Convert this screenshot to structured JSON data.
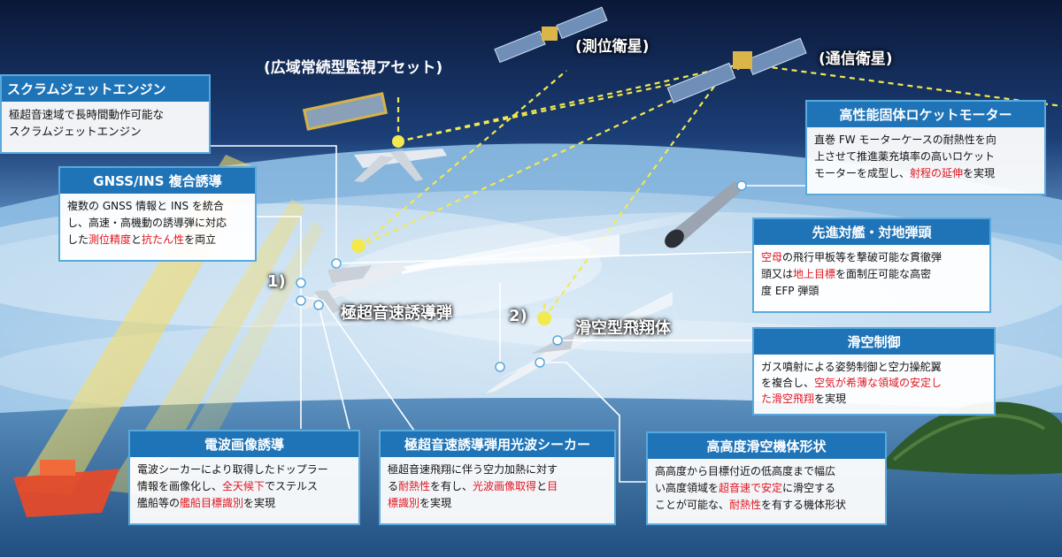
{
  "labels": {
    "wide_area_asset": "(広域常続型監視アセット)",
    "positioning_sat": "(測位衛星)",
    "comm_sat": "(通信衛星)",
    "num1": "1)",
    "num2": "2)",
    "hypersonic_missile": "極超音速誘導弾",
    "glide_vehicle": "滑空型飛翔体"
  },
  "boxes": {
    "scramjet": {
      "title": "スクラムジェットエンジン",
      "body": [
        "極超音速域で長時間動作可能な",
        "スクラムジェットエンジン"
      ]
    },
    "gnss": {
      "title": "GNSS/INS 複合誘導",
      "l1": "複数の GNSS 情報と INS を統合",
      "l2": "し、高速・高機動の誘導弾に対応",
      "l3_a": "した",
      "l3_r1": "測位精度",
      "l3_b": "と",
      "l3_r2": "抗たん性",
      "l3_c": "を両立"
    },
    "rocket": {
      "title": "高性能固体ロケットモーター",
      "l1": "直巻 FW モーターケースの耐熱性を向",
      "l2": "上させて推進薬充填率の高いロケット",
      "l3_a": "モーターを成型し、",
      "l3_r": "射程の延伸",
      "l3_b": "を実現"
    },
    "warhead": {
      "title": "先進対艦・対地弾頭",
      "l1_r": "空母",
      "l1_a": "の飛行甲板等を撃破可能な貫徹弾",
      "l2_a": "頭又は",
      "l2_r": "地上目標",
      "l2_b": "を面制圧可能な高密",
      "l3": "度 EFP 弾頭"
    },
    "glide_control": {
      "title": "滑空制御",
      "l1": "ガス噴射による姿勢制御と空力操舵翼",
      "l2_a": "を複合し、",
      "l2_r": "空気が希薄な領域の安定し",
      "l3_r": "た滑空飛翔",
      "l3_a": "を実現"
    },
    "radio_imaging": {
      "title": "電波画像誘導",
      "l1": "電波シーカーにより取得したドップラー",
      "l2_a": "情報を画像化し、",
      "l2_r": "全天候下",
      "l2_b": "でステルス",
      "l3_a": "艦船等の",
      "l3_r": "艦船目標識別",
      "l3_b": "を実現"
    },
    "ir_seeker": {
      "title": "極超音速誘導弾用光波シーカー",
      "l1": "極超音速飛翔に伴う空力加熱に対す",
      "l2_a": "る",
      "l2_r1": "耐熱性",
      "l2_b": "を有し、",
      "l2_r2": "光波画像取得",
      "l2_c": "と",
      "l2_r3": "目",
      "l3_r": "標識別",
      "l3_a": "を実現"
    },
    "airframe": {
      "title": "高高度滑空機体形状",
      "l1": "高高度から目標付近の低高度まで幅広",
      "l2_a": "い高度領域を",
      "l2_r": "超音速で安定",
      "l2_b": "に滑空する",
      "l3_a": "ことが可能な、",
      "l3_r": "耐熱性",
      "l3_b": "を有する機体形状"
    }
  },
  "colors": {
    "header_blue": "#1f74b8",
    "border_blue": "#5aa9dc",
    "highlight_red": "#e0161e",
    "link_yellow": "#f2e94e"
  }
}
